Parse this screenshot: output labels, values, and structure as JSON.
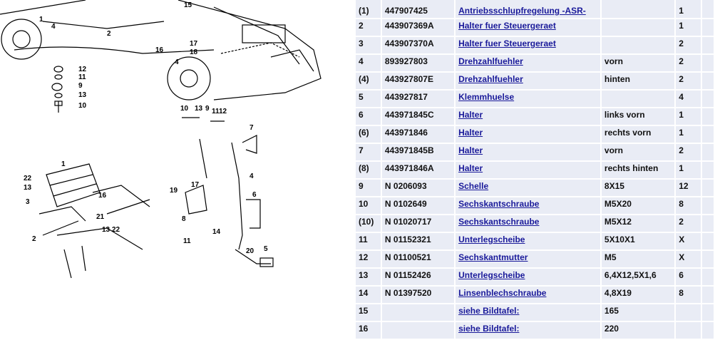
{
  "diagram": {
    "callouts": [
      "15",
      "2",
      "1",
      "16",
      "4",
      "17",
      "18",
      "4",
      "12",
      "11",
      "9",
      "13",
      "10",
      "10",
      "13",
      "9",
      "11",
      "12",
      "7",
      "4",
      "22",
      "13",
      "3",
      "1",
      "16",
      "21",
      "2",
      "19",
      "17",
      "6",
      "13",
      "22",
      "14",
      "8",
      "11",
      "20",
      "5"
    ]
  },
  "parts": [
    {
      "pos": "(1)",
      "number": "447907425",
      "name": "Antriebsschlupfregelung -ASR-",
      "remark": "",
      "qty": "1"
    },
    {
      "pos": "2",
      "number": "443907369A",
      "name": "Halter fuer Steuergeraet",
      "remark": "",
      "qty": "1"
    },
    {
      "pos": "3",
      "number": "443907370A",
      "name": "Halter fuer Steuergeraet",
      "remark": "",
      "qty": "2"
    },
    {
      "pos": "4",
      "number": "893927803",
      "name": "Drehzahlfuehler",
      "remark": "vorn",
      "qty": "2"
    },
    {
      "pos": "(4)",
      "number": "443927807E",
      "name": "Drehzahlfuehler",
      "remark": "hinten",
      "qty": "2"
    },
    {
      "pos": "5",
      "number": "443927817",
      "name": "Klemmhuelse",
      "remark": "",
      "qty": "4"
    },
    {
      "pos": "6",
      "number": "443971845C",
      "name": "Halter",
      "remark": "links vorn",
      "qty": "1"
    },
    {
      "pos": "(6)",
      "number": "443971846",
      "name": "Halter",
      "remark": "rechts vorn",
      "qty": "1"
    },
    {
      "pos": "7",
      "number": "443971845B",
      "name": "Halter",
      "remark": "vorn",
      "qty": "2"
    },
    {
      "pos": "(8)",
      "number": "443971846A",
      "name": "Halter",
      "remark": "rechts hinten",
      "qty": "1"
    },
    {
      "pos": "9",
      "number": "N 0206093",
      "name": "Schelle",
      "remark": "8X15",
      "qty": "12"
    },
    {
      "pos": "10",
      "number": "N 0102649",
      "name": "Sechskantschraube",
      "remark": "M5X20",
      "qty": "8"
    },
    {
      "pos": "(10)",
      "number": "N 01020717",
      "name": "Sechskantschraube",
      "remark": "M5X12",
      "qty": "2"
    },
    {
      "pos": "11",
      "number": "N 01152321",
      "name": "Unterlegscheibe",
      "remark": "5X10X1",
      "qty": "X"
    },
    {
      "pos": "12",
      "number": "N 01100521",
      "name": "Sechskantmutter",
      "remark": "M5",
      "qty": "X"
    },
    {
      "pos": "13",
      "number": "N 01152426",
      "name": "Unterlegscheibe",
      "remark": "6,4X12,5X1,6",
      "qty": "6"
    },
    {
      "pos": "14",
      "number": "N 01397520",
      "name": "Linsenblechschraube",
      "remark": "4,8X19",
      "qty": "8"
    },
    {
      "pos": "15",
      "number": "",
      "name": "siehe Bildtafel:",
      "remark": "165",
      "qty": ""
    },
    {
      "pos": "16",
      "number": "",
      "name": "siehe Bildtafel:",
      "remark": "220",
      "qty": ""
    }
  ]
}
